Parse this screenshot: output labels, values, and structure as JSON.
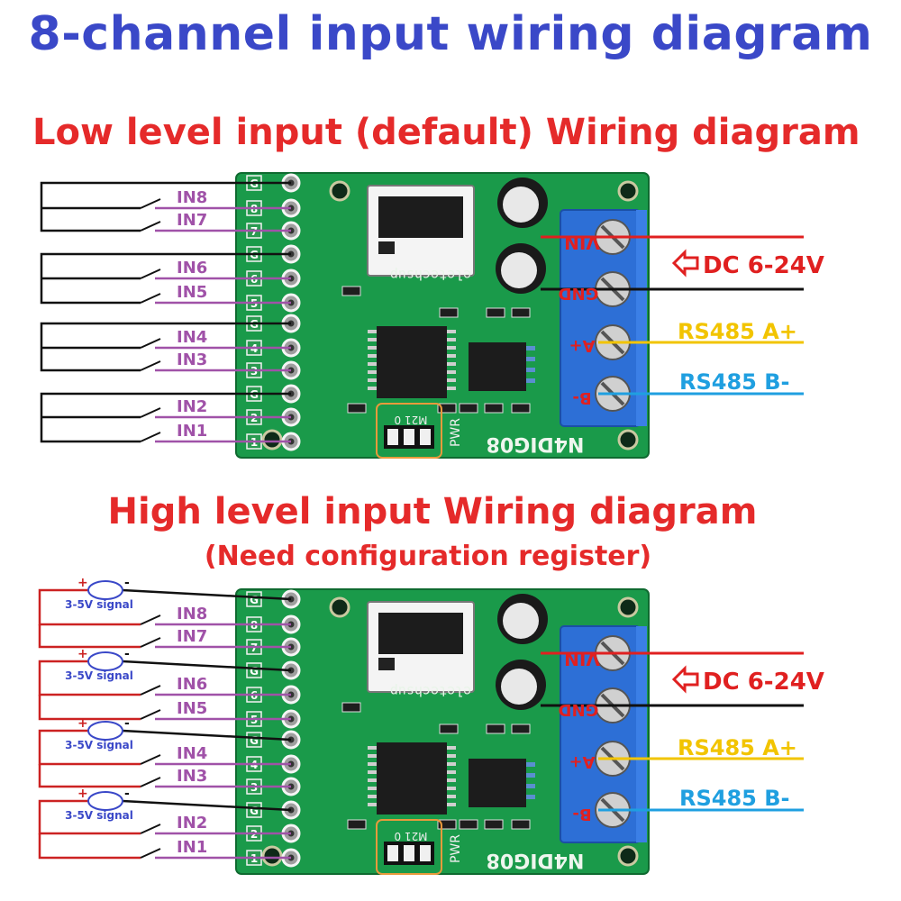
{
  "title": "8-channel input wiring diagram",
  "low_section": {
    "heading": "Low level input (default)  Wiring diagram"
  },
  "high_section": {
    "heading": "High level input Wiring diagram",
    "note": "(Need configuration register)"
  },
  "inputs": [
    "IN8",
    "IN7",
    "IN6",
    "IN5",
    "IN4",
    "IN3",
    "IN2",
    "IN1"
  ],
  "power": {
    "label": "DC 6-24V",
    "vin": "VIN",
    "gnd": "GND"
  },
  "rs485": {
    "a_label": "RS485 A+",
    "b_label": "RS485 B-",
    "a_term": "A+",
    "b_term": "B-"
  },
  "signal": {
    "label": "3-5V signal",
    "plus": "+",
    "minus": "-"
  },
  "board": {
    "model": "N4DIG08",
    "brand": "eletechsup",
    "pwr": "PWR",
    "dip": "M21 0",
    "pin_marks": [
      "G",
      "8",
      "7",
      "G",
      "6",
      "5",
      "G",
      "4",
      "3",
      "G",
      "2",
      "1"
    ]
  },
  "colors": {
    "title": "#3a48c8",
    "heading": "#e52a2a",
    "input_wire": "#a052a8",
    "vin_wire": "#e02020",
    "gnd_wire": "#111111",
    "a_wire": "#f2c400",
    "b_wire": "#1f9fe0",
    "board": "#1a9a4a",
    "terminal": "#2d6fd6"
  }
}
